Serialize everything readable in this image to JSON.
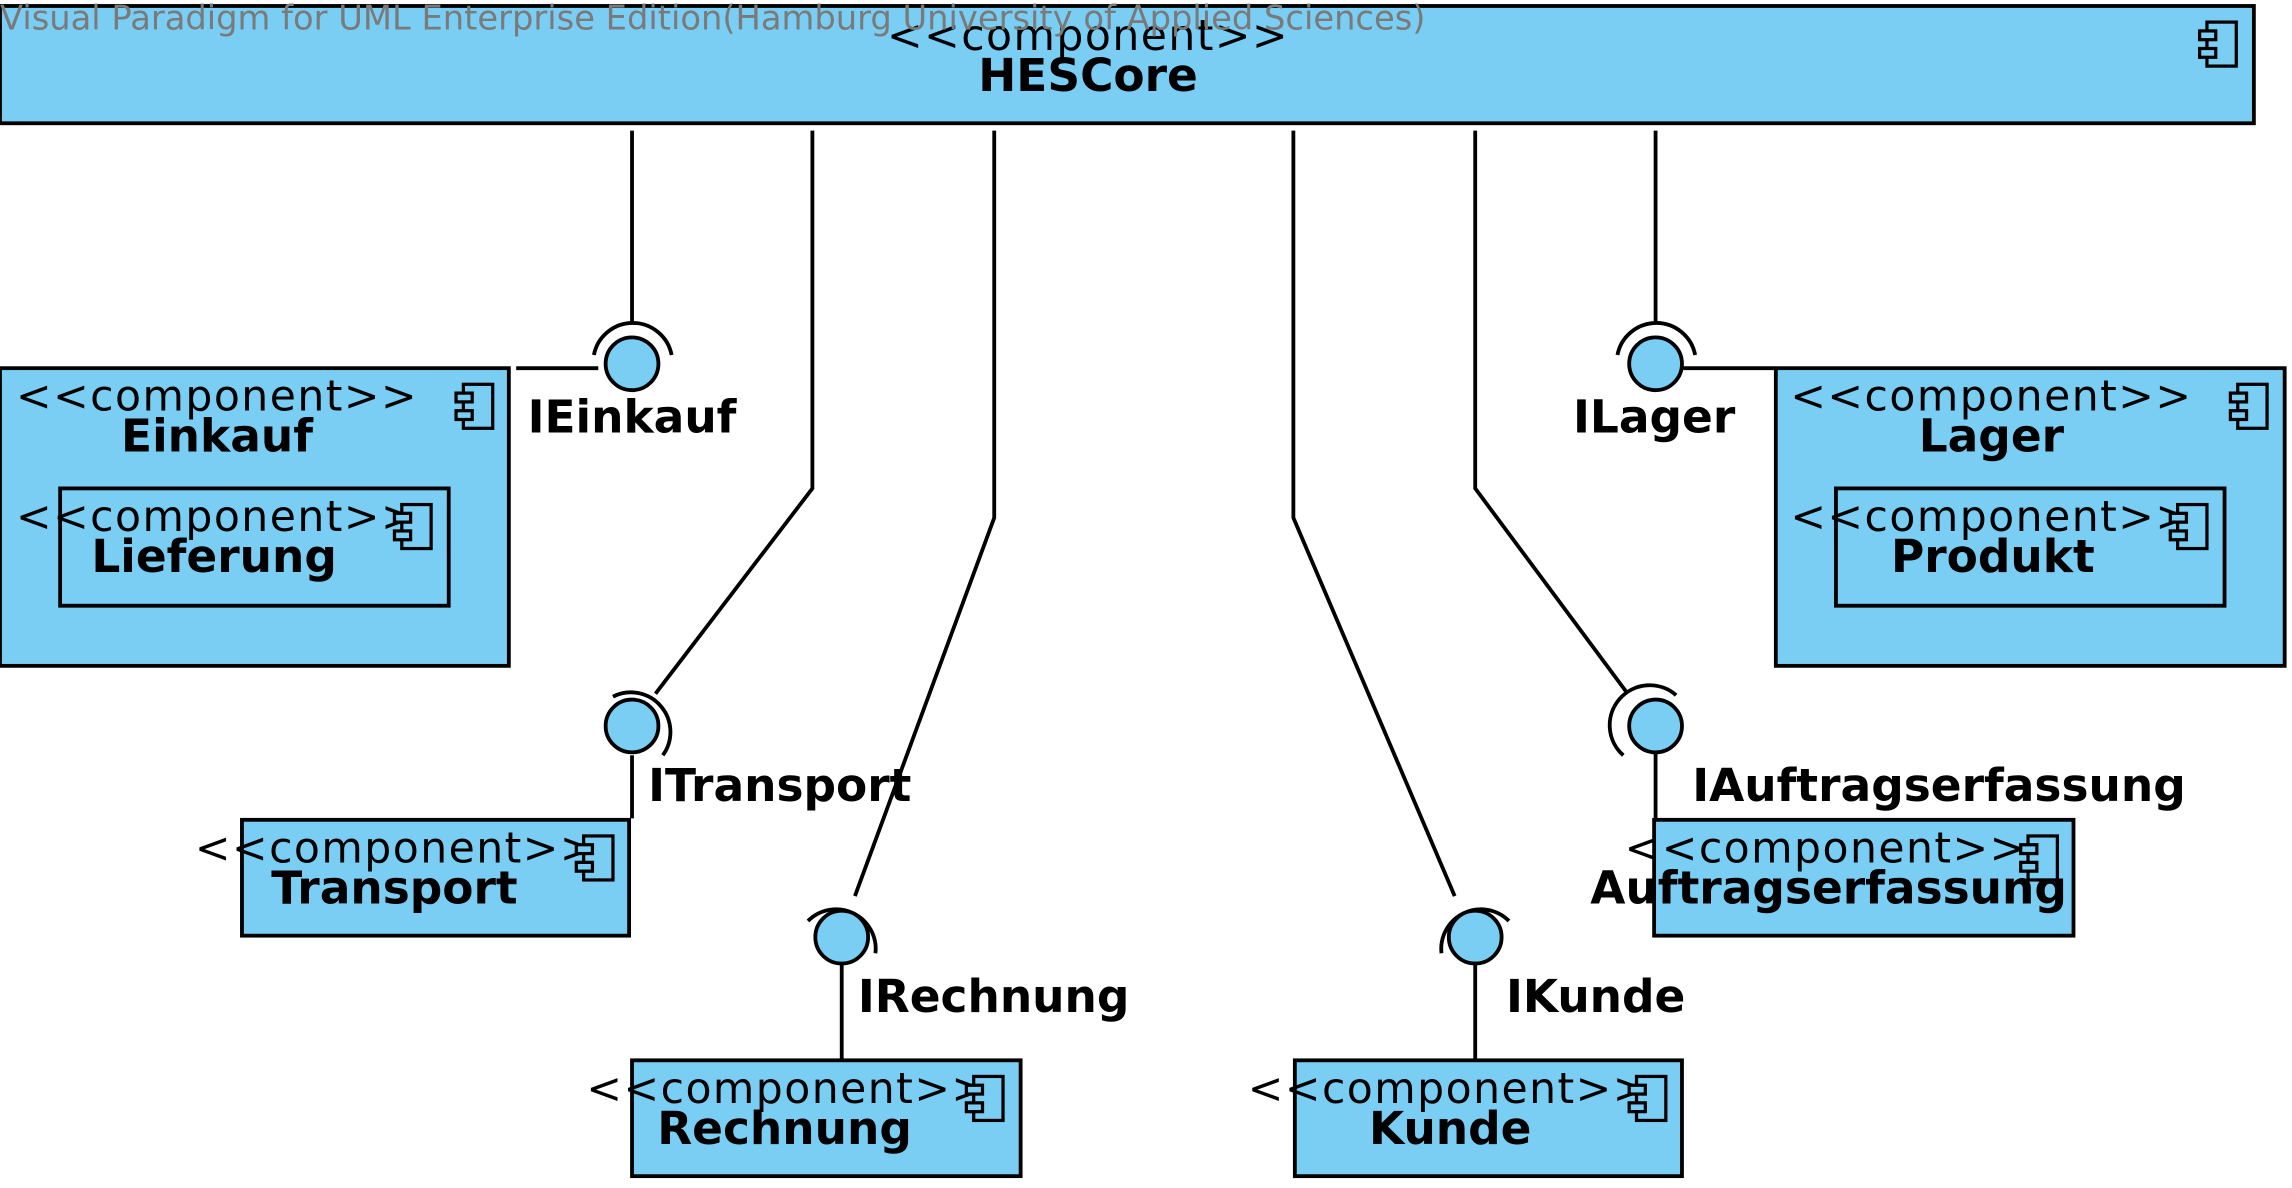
{
  "watermark": "Visual Paradigm for UML Enterprise Edition(Hamburg University of Applied Sciences)",
  "stereotype": "<<component>>",
  "components": {
    "hescore": "HESCore",
    "einkauf": "Einkauf",
    "lieferung": "Lieferung",
    "lager": "Lager",
    "produkt": "Produkt",
    "transport": "Transport",
    "rechnung": "Rechnung",
    "kunde": "Kunde",
    "auftragserfassung": "Auftragserfassung"
  },
  "interfaces": {
    "ieinkauf": "IEinkauf",
    "ilager": "ILager",
    "itransport": "ITransport",
    "irechnung": "IRechnung",
    "ikunde": "IKunde",
    "iauftragserfassung": "IAuftragserfassung"
  },
  "colors": {
    "component_fill": "#7acef4",
    "stroke": "#000000",
    "watermark": "#7a7a7a"
  },
  "icons": {
    "component": "uml-component-icon"
  }
}
